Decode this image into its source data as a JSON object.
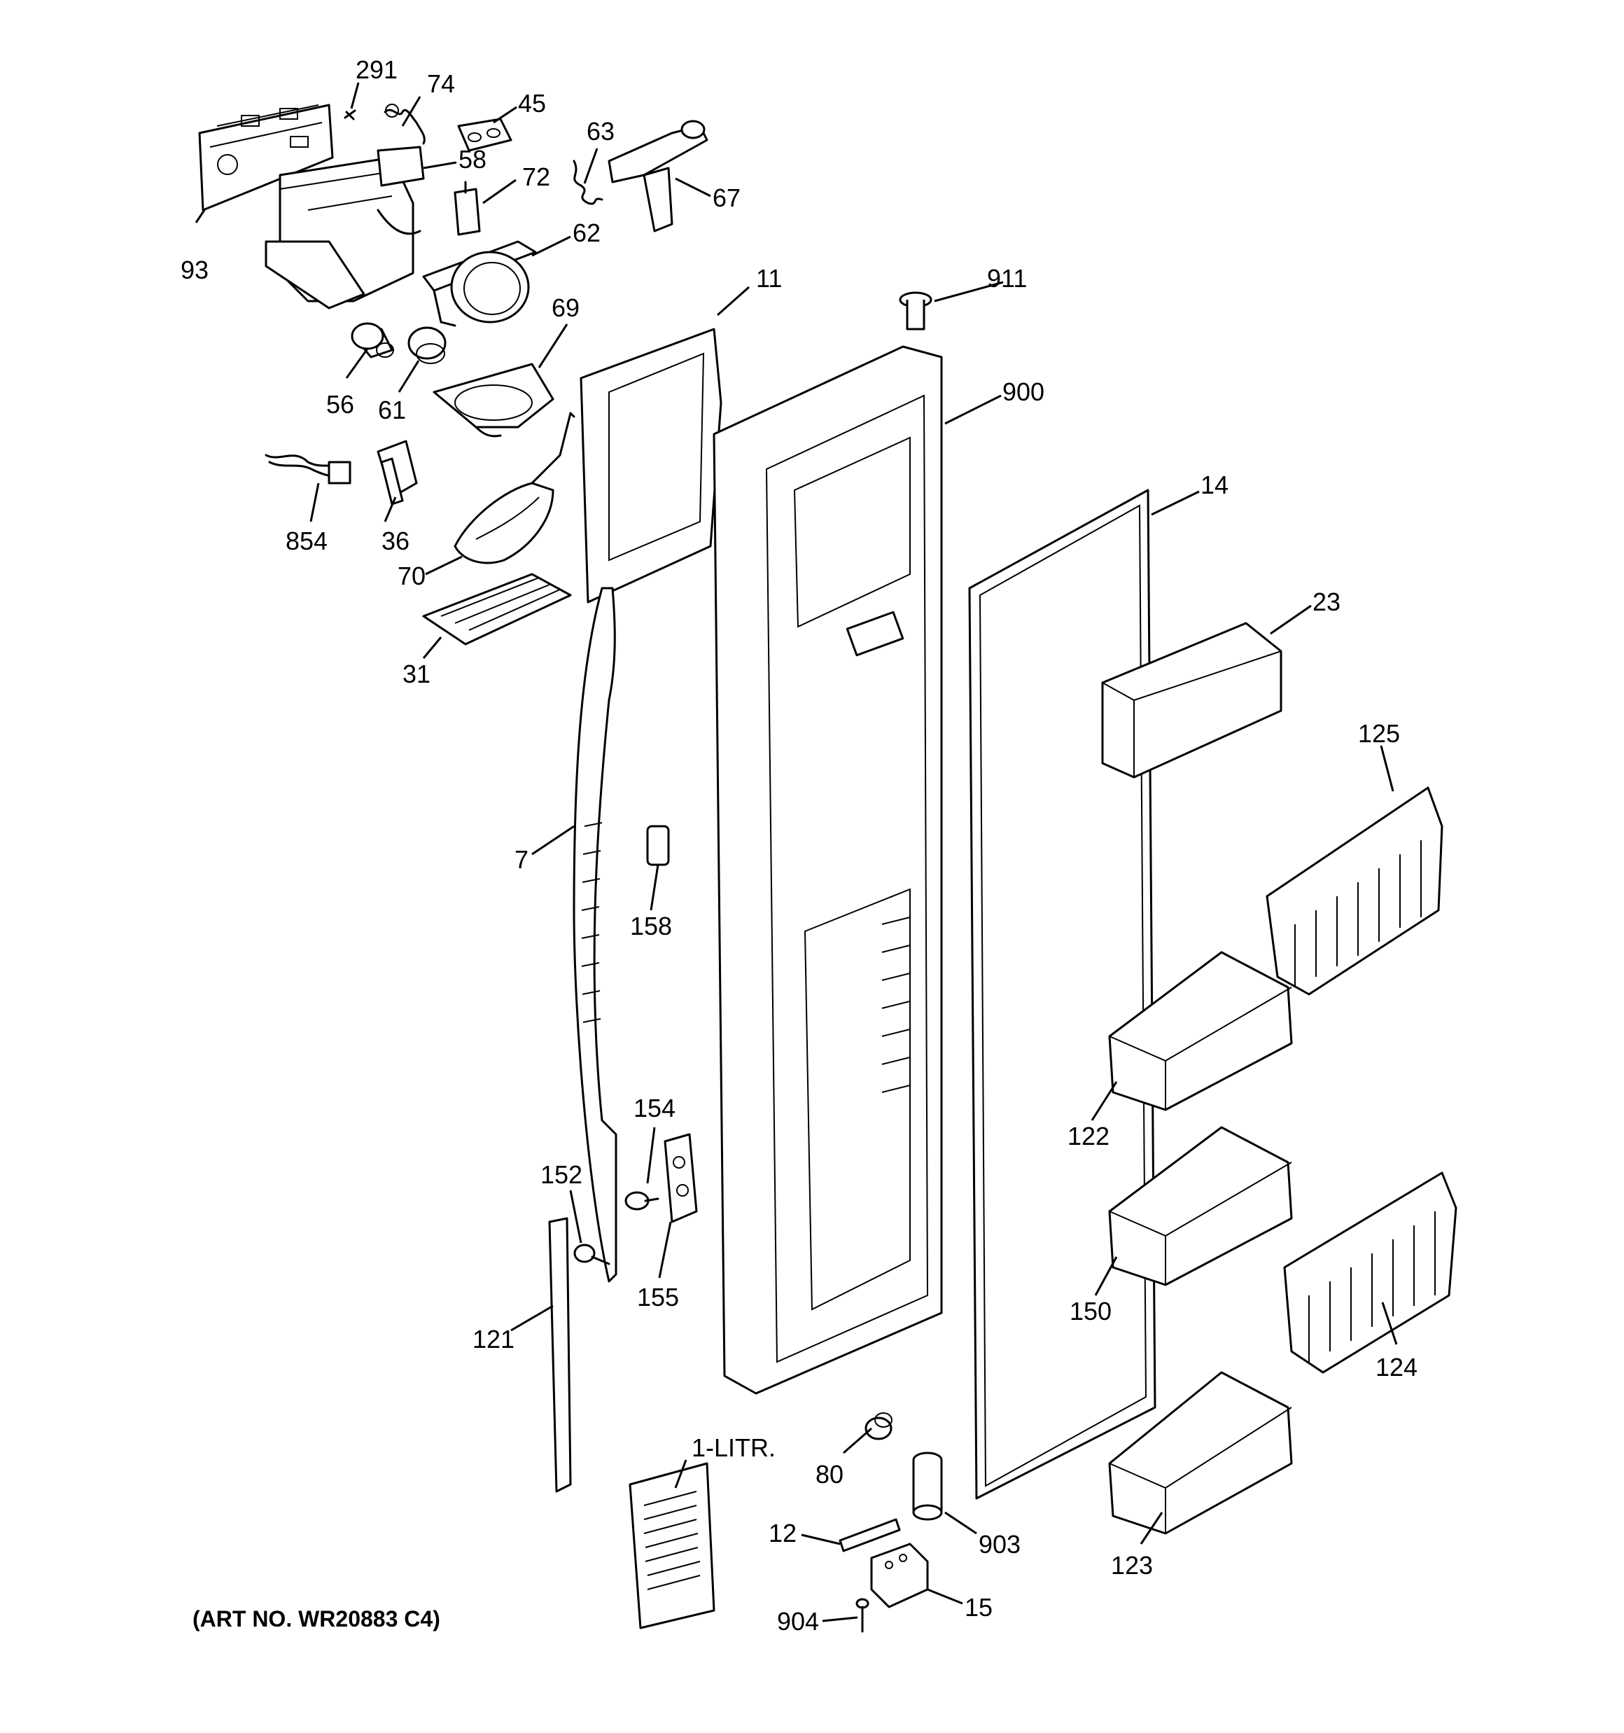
{
  "diagram": {
    "art_number": "(ART NO. WR20883 C4)",
    "callouts": {
      "c291": "291",
      "c74": "74",
      "c45": "45",
      "c58": "58",
      "c63": "63",
      "c67": "67",
      "c72": "72",
      "c62": "62",
      "c93": "93",
      "c11": "11",
      "c911": "911",
      "c69": "69",
      "c56": "56",
      "c61": "61",
      "c900": "900",
      "c854": "854",
      "c36": "36",
      "c14": "14",
      "c70": "70",
      "c23": "23",
      "c31": "31",
      "c125": "125",
      "c7": "7",
      "c158": "158",
      "c154": "154",
      "c122": "122",
      "c152": "152",
      "c155": "155",
      "c150": "150",
      "c121": "121",
      "c124": "124",
      "c1litr": "1-LITR.",
      "c80": "80",
      "c12": "12",
      "c903": "903",
      "c123": "123",
      "c904": "904",
      "c15": "15"
    }
  }
}
